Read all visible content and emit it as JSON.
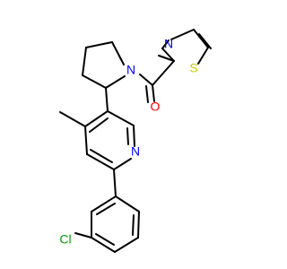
{
  "colors": {
    "carbon_bond": "#000000",
    "nitrogen": "#0000ff",
    "oxygen": "#ff0000",
    "sulfur": "#cccc00",
    "chlorine": "#00a000"
  },
  "atoms": [
    {
      "id": "N1",
      "label": "N",
      "element": "nitrogen"
    },
    {
      "id": "N2",
      "label": "N",
      "element": "nitrogen"
    },
    {
      "id": "S1",
      "label": "S",
      "element": "sulfur"
    },
    {
      "id": "O1",
      "label": "O",
      "element": "oxygen"
    },
    {
      "id": "N3",
      "label": "N",
      "element": "nitrogen"
    },
    {
      "id": "Cl1",
      "label": "Cl",
      "element": "chlorine"
    }
  ]
}
